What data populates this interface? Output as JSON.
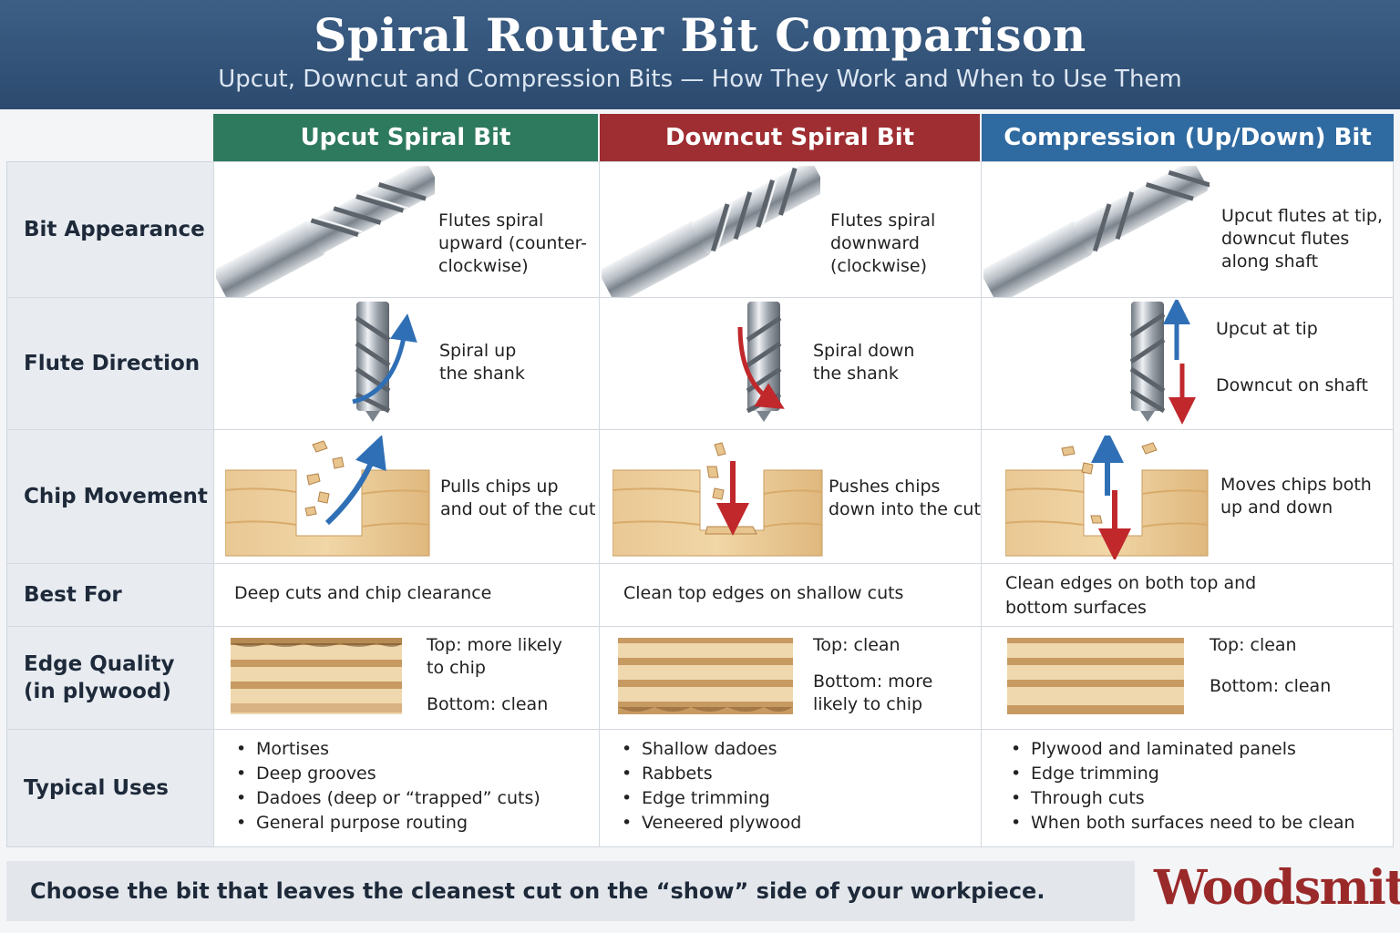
{
  "header": {
    "title": "Spiral Router Bit Comparison",
    "subtitle": "Upcut, Downcut and Compression Bits — How They Work and When to Use Them"
  },
  "columns": {
    "upcut": "Upcut Spiral Bit",
    "downcut": "Downcut Spiral Bit",
    "compression": "Compression (Up/Down) Bit"
  },
  "colors": {
    "upcut": "#2e7a5e",
    "downcut": "#9f2e32",
    "compression": "#2f6aa0",
    "up_arrow": "#2f6fb5",
    "down_arrow": "#c0282c"
  },
  "rows": {
    "appearance": {
      "label": "Bit Appearance",
      "upcut": [
        "Flutes spiral",
        "upward (counter-",
        "clockwise)"
      ],
      "downcut": [
        "Flutes spiral",
        "downward",
        "(clockwise)"
      ],
      "compression": [
        "Upcut flutes at tip,",
        "downcut flutes",
        "along shaft"
      ]
    },
    "flute": {
      "label": "Flute Direction",
      "upcut": [
        "Spiral up",
        "the shank"
      ],
      "downcut": [
        "Spiral down",
        "the shank"
      ],
      "compression_top": "Upcut at tip",
      "compression_bottom": "Downcut on shaft"
    },
    "chip": {
      "label": "Chip Movement",
      "upcut": [
        "Pulls chips up",
        "and out of the cut"
      ],
      "downcut": [
        "Pushes chips",
        "down into the cut"
      ],
      "compression": [
        "Moves chips both",
        "up and down"
      ]
    },
    "best": {
      "label": "Best For",
      "upcut": "Deep cuts and chip clearance",
      "downcut": "Clean top edges on shallow cuts",
      "compression": [
        "Clean edges on both top and",
        "bottom surfaces"
      ]
    },
    "edge": {
      "label_line1": "Edge Quality",
      "label_line2": "(in plywood)",
      "upcut_top": [
        "Top: more likely",
        "to chip"
      ],
      "upcut_bottom": "Bottom: clean",
      "downcut_top": "Top: clean",
      "downcut_bottom": [
        "Bottom: more",
        "likely to chip"
      ],
      "compression_top": "Top: clean",
      "compression_bottom": "Bottom: clean"
    },
    "uses": {
      "label": "Typical Uses",
      "upcut": [
        "Mortises",
        "Deep grooves",
        "Dadoes (deep or “trapped” cuts)",
        "General purpose routing"
      ],
      "downcut": [
        "Shallow dadoes",
        "Rabbets",
        "Edge trimming",
        "Veneered plywood"
      ],
      "compression": [
        "Plywood and laminated panels",
        "Edge trimming",
        "Through cuts",
        "When both surfaces need to be clean"
      ]
    }
  },
  "footer": {
    "tip": "Choose the bit that leaves the cleanest cut on the “show” side of your workpiece.",
    "logo": "Woodsmith"
  }
}
